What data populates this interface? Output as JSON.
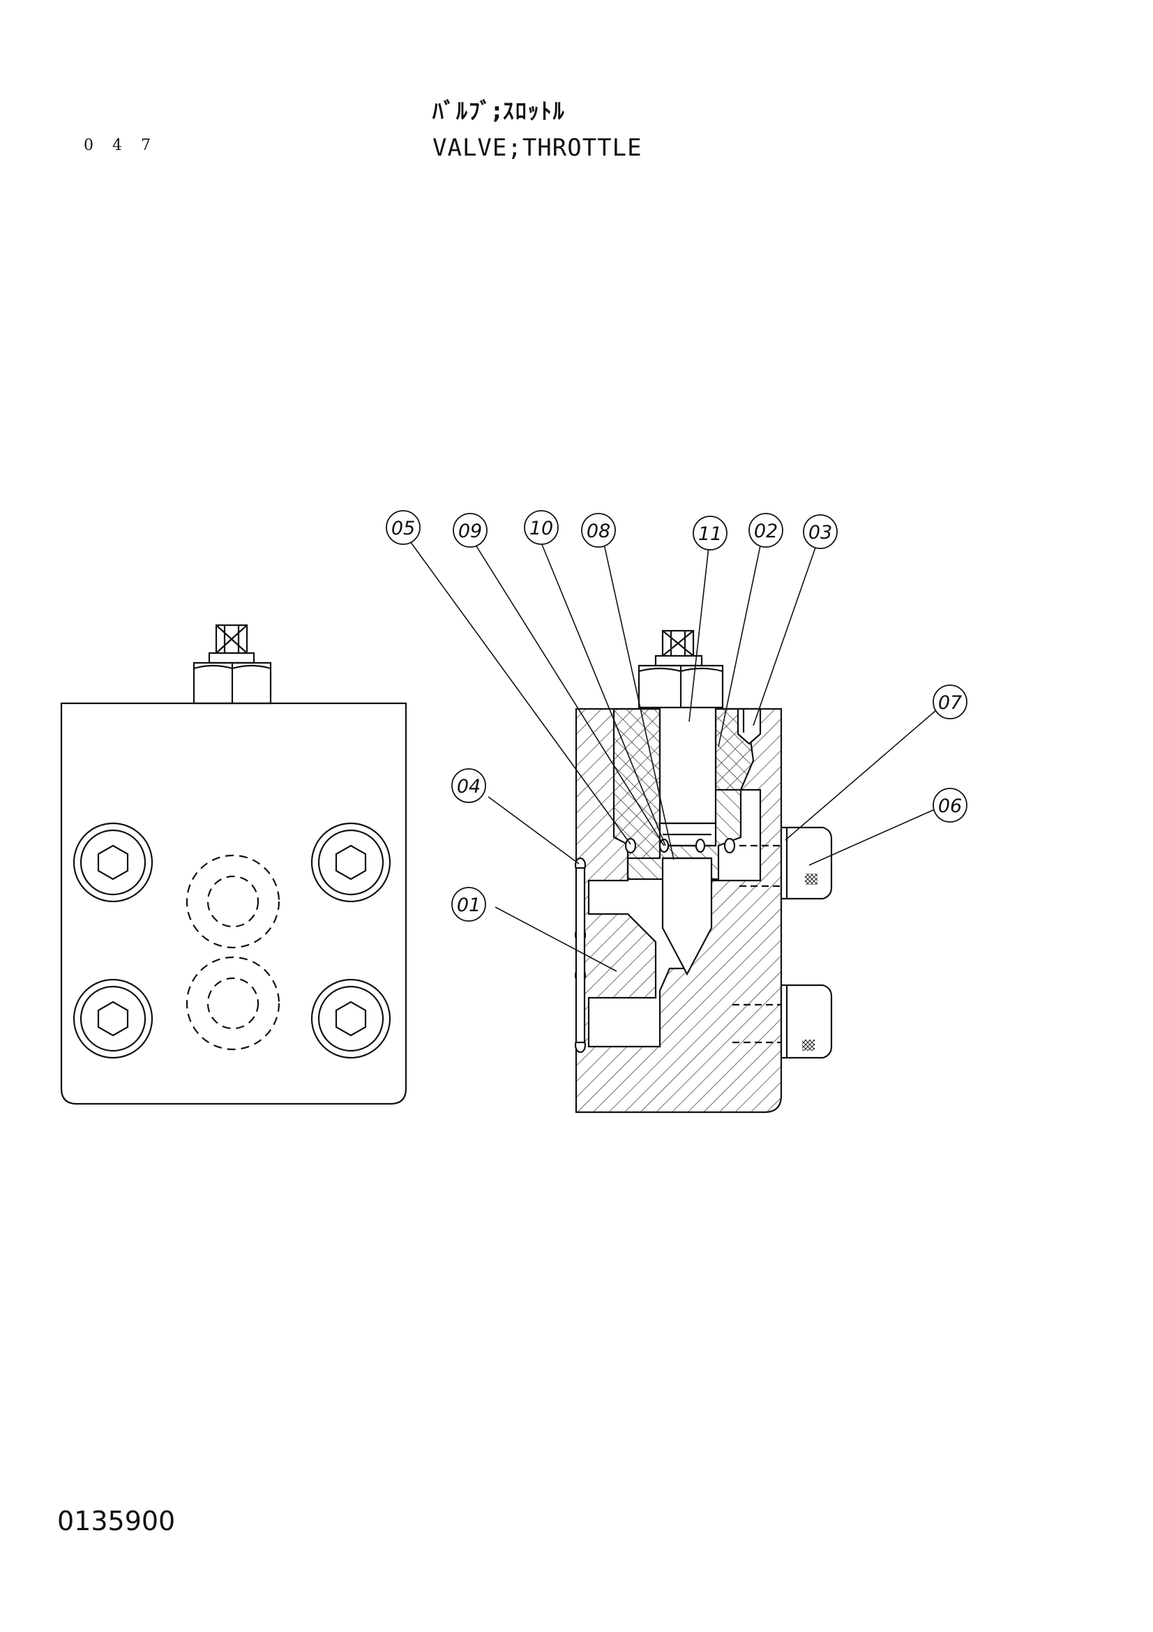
{
  "header": {
    "page_number": "0 4 7",
    "title_jp": "ﾊﾞﾙﾌﾞ;ｽﾛｯﾄﾙ",
    "title_en": "VALVE;THROTTLE"
  },
  "footer": {
    "drawing_code": "0135900"
  },
  "callouts": [
    "05",
    "09",
    "10",
    "08",
    "11",
    "02",
    "03",
    "07",
    "06",
    "04",
    "01"
  ]
}
